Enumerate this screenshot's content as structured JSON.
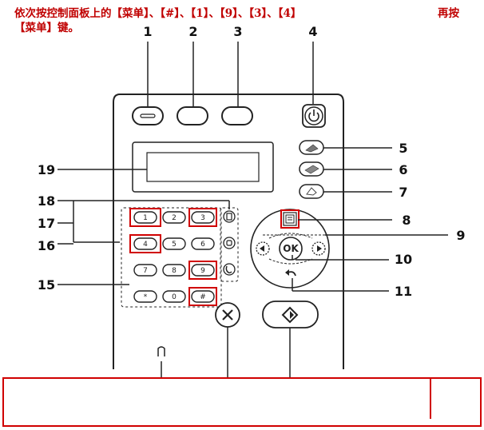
{
  "callouts": {
    "c1": "1",
    "c2": "2",
    "c3": "3",
    "c4": "4",
    "c5": "5",
    "c6": "6",
    "c7": "7",
    "c8": "8",
    "c9": "9",
    "c10": "10",
    "c11": "11",
    "c15": "15",
    "c16": "16",
    "c17": "17",
    "c18": "18",
    "c19": "19"
  },
  "keypad": {
    "k1": "1",
    "k2": "2",
    "k3": "3",
    "k4": "4",
    "k5": "5",
    "k6": "6",
    "k7": "7",
    "k8": "8",
    "k9": "9",
    "kstar": "*",
    "k0": "0",
    "khash": "#"
  },
  "ok_label": "OK",
  "highlighted_keys": [
    "menu",
    "#",
    "1",
    "9",
    "3",
    "4"
  ],
  "colors": {
    "highlight": "#d00000",
    "instruction_text": "#c00000",
    "line": "#222222"
  },
  "instruction": {
    "line1": "依次按控制面板上的【菜单】、【#】、【1】、【9】、【3】、【4】",
    "line1_right": "再按",
    "line2": "【菜单】键。"
  },
  "icons": {
    "power": "power-icon",
    "copy": "copy-icon",
    "scan": "scan-icon",
    "fax": "fax-icon",
    "menu": "menu-icon",
    "back": "back-arrow-icon",
    "stop": "stop-x-icon",
    "start": "start-diamond-icon"
  }
}
